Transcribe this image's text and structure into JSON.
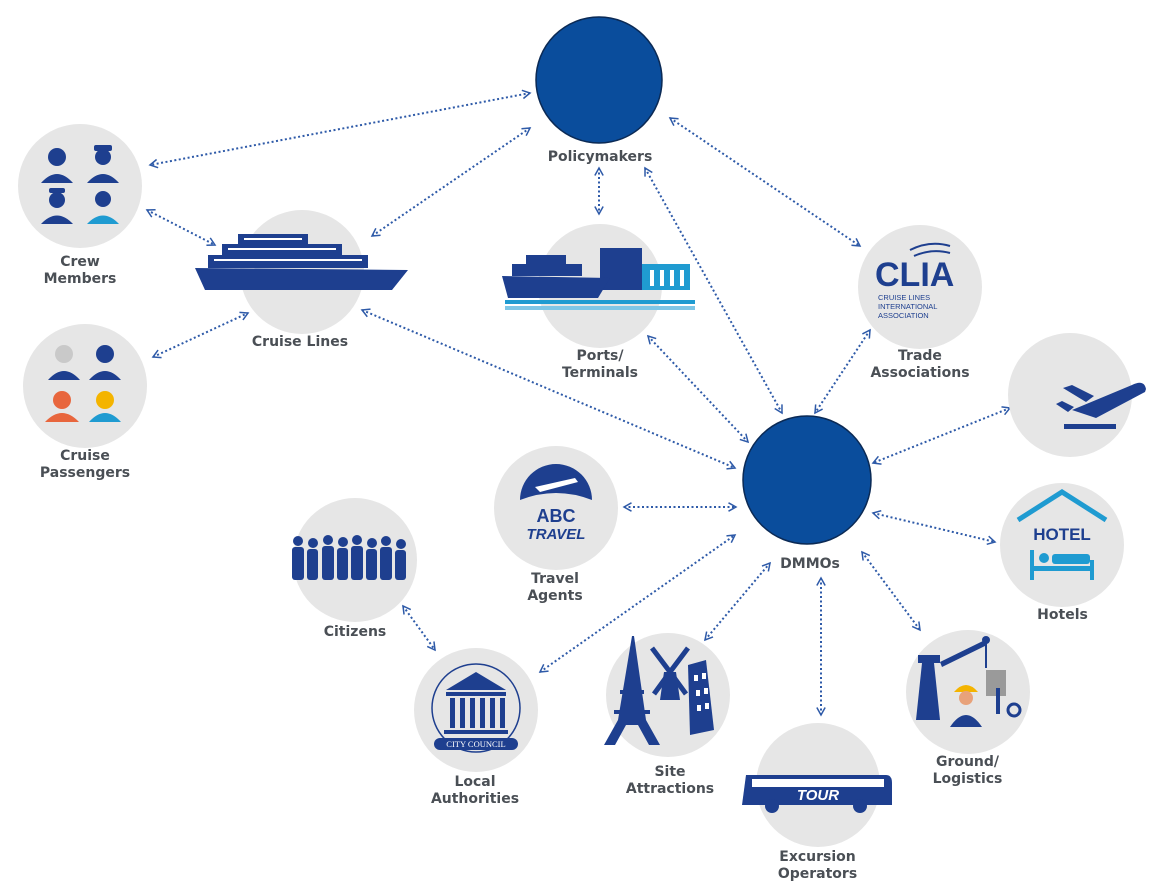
{
  "colors": {
    "primary": "#0a4d9c",
    "icon": "#1e3f8f",
    "node_bg": "#e6e6e6",
    "arrow": "#2e5aa8",
    "label": "#4a4f55"
  },
  "hubs": {
    "policymakers": {
      "label": "Policymakers"
    },
    "dmmos": {
      "label": "DMMOs"
    }
  },
  "nodes": {
    "crew": {
      "lines": [
        "Crew",
        "Members"
      ],
      "icon": "crew-people-icon"
    },
    "passengers": {
      "lines": [
        "Cruise",
        "Passengers"
      ],
      "icon": "passengers-people-icon"
    },
    "cruise": {
      "lines": [
        "Cruise Lines"
      ],
      "icon": "cruise-ship-icon"
    },
    "ports": {
      "lines": [
        "Ports/",
        "Terminals"
      ],
      "icon": "port-terminal-icon"
    },
    "trade": {
      "lines": [
        "Trade",
        "Associations"
      ],
      "icon": "clia-logo-icon"
    },
    "airlines": {
      "lines": [],
      "icon": "airplane-takeoff-icon"
    },
    "travel": {
      "lines": [
        "Travel",
        "Agents"
      ],
      "icon": "abc-travel-logo-icon"
    },
    "hotels": {
      "lines": [
        "Hotels"
      ],
      "icon": "hotel-icon"
    },
    "citizens": {
      "lines": [
        "Citizens"
      ],
      "icon": "crowd-icon"
    },
    "local": {
      "lines": [
        "Local",
        "Authorities"
      ],
      "icon": "city-council-icon"
    },
    "sites": {
      "lines": [
        "Site",
        "Attractions"
      ],
      "icon": "landmarks-icon"
    },
    "excursion": {
      "lines": [
        "Excursion",
        "Operators"
      ],
      "icon": "tour-bus-icon"
    },
    "ground": {
      "lines": [
        "Ground/",
        "Logistics"
      ],
      "icon": "crane-worker-icon"
    }
  },
  "logos": {
    "clia_abbr": "CLIA",
    "clia_line1": "CRUISE LINES",
    "clia_line2": "INTERNATIONAL",
    "clia_line3": "ASSOCIATION",
    "abc": "ABC",
    "travel": "TRAVEL",
    "hotel": "HOTEL",
    "city_council": "CITY COUNCIL",
    "tour": "TOUR"
  }
}
